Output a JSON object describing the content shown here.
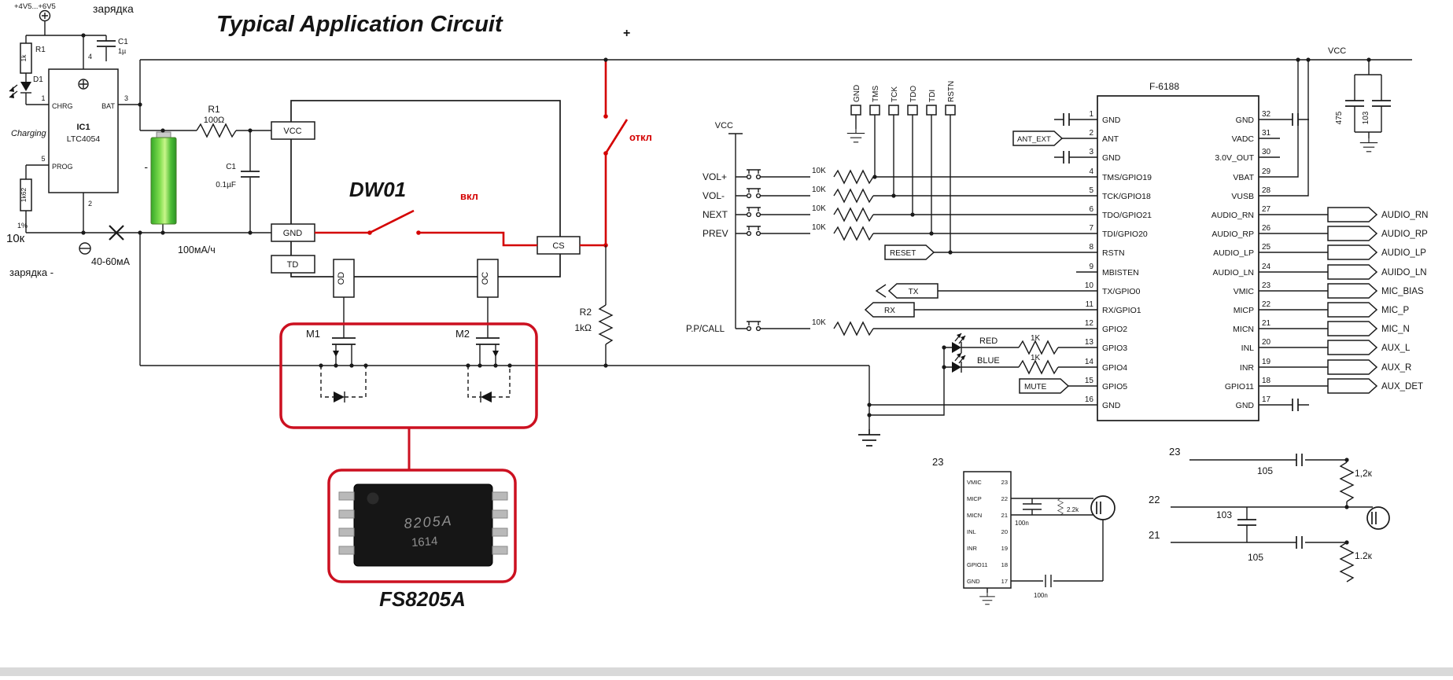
{
  "title": "Typical Application Circuit",
  "plus_label": "+",
  "colors": {
    "wire": "#1a1a1a",
    "accent_red": "#d40000",
    "battery_green": "#46c832",
    "chip_black": "#161616"
  },
  "charger": {
    "supply_label": "+4V5...+6V5",
    "charge_top_label": "зарядка",
    "charge_bottom_label": "зарядка -",
    "r_top_ref": "R1",
    "r_top_value": "1k",
    "led_ref": "D1",
    "led_caption": "Charging",
    "ic_ref": "IC1",
    "ic_part": "LTC4054",
    "pin_chrg": "CHRG",
    "pin_bat": "BAT",
    "pin_prog": "PROG",
    "pin_num_1": "1",
    "pin_num_2": "2",
    "pin_num_3": "3",
    "pin_num_4": "4",
    "pin_num_5": "5",
    "r_prog_value": "1k62",
    "r_prog_tol": "1%",
    "r_prog_total": "10к",
    "charge_current": "40-60мА",
    "battery_capacity": "100мА/ч",
    "battery_minus": "-",
    "c_in_ref": "C1",
    "c_in_value": "1µ",
    "r_series_ref": "R1",
    "r_series_value": "100Ω",
    "c_dw01_ref": "C1",
    "c_dw01_value": "0.1µF"
  },
  "protection": {
    "ic_name": "DW01",
    "pin_vcc": "VCC",
    "pin_gnd": "GND",
    "pin_td": "TD",
    "pin_od": "OD",
    "pin_oc": "OC",
    "pin_cs": "CS",
    "switch_on_label": "вкл",
    "switch_off_label": "откл",
    "r2_ref": "R2",
    "r2_value": "1kΩ",
    "m1": "M1",
    "m2": "M2",
    "chip_marking_1": "8205A",
    "chip_marking_2": "1614",
    "chip_label": "FS8205A"
  },
  "f6188": {
    "name": "F-6188",
    "vcc_buttons": "VCC",
    "vcc_top_right": "VCC",
    "jtag_labels": [
      "GND",
      "TMS",
      "TCK",
      "TDO",
      "TDI",
      "RSTN"
    ],
    "ant_ext": "ANT_EXT",
    "left_pins": [
      {
        "num": "1",
        "name": "GND"
      },
      {
        "num": "2",
        "name": "ANT"
      },
      {
        "num": "3",
        "name": "GND"
      },
      {
        "num": "4",
        "name": "TMS/GPIO19"
      },
      {
        "num": "5",
        "name": "TCK/GPIO18"
      },
      {
        "num": "6",
        "name": "TDO/GPIO21"
      },
      {
        "num": "7",
        "name": "TDI/GPIO20"
      },
      {
        "num": "8",
        "name": "RSTN"
      },
      {
        "num": "9",
        "name": "MBISTEN"
      },
      {
        "num": "10",
        "name": "TX/GPIO0"
      },
      {
        "num": "11",
        "name": "RX/GPIO1"
      },
      {
        "num": "12",
        "name": "GPIO2"
      },
      {
        "num": "13",
        "name": "GPIO3"
      },
      {
        "num": "14",
        "name": "GPIO4"
      },
      {
        "num": "15",
        "name": "GPIO5"
      },
      {
        "num": "16",
        "name": "GND"
      }
    ],
    "right_pins": [
      {
        "num": "32",
        "name": "GND"
      },
      {
        "num": "31",
        "name": "VADC"
      },
      {
        "num": "30",
        "name": "3.0V_OUT"
      },
      {
        "num": "29",
        "name": "VBAT"
      },
      {
        "num": "28",
        "name": "VUSB"
      },
      {
        "num": "27",
        "name": "AUDIO_RN"
      },
      {
        "num": "26",
        "name": "AUDIO_RP"
      },
      {
        "num": "25",
        "name": "AUDIO_LP"
      },
      {
        "num": "24",
        "name": "AUDIO_LN"
      },
      {
        "num": "23",
        "name": "VMIC"
      },
      {
        "num": "22",
        "name": "MICP"
      },
      {
        "num": "21",
        "name": "MICN"
      },
      {
        "num": "20",
        "name": "INL"
      },
      {
        "num": "19",
        "name": "INR"
      },
      {
        "num": "18",
        "name": "GPIO11"
      },
      {
        "num": "17",
        "name": "GND"
      }
    ],
    "buttons": [
      {
        "label": "VOL+",
        "resistor": "10K"
      },
      {
        "label": "VOL-",
        "resistor": "10K"
      },
      {
        "label": "NEXT",
        "resistor": "10K"
      },
      {
        "label": "PREV",
        "resistor": "10K"
      }
    ],
    "reset_label": "RESET",
    "tx_label": "TX",
    "rx_label": "RX",
    "ppcall_label": "P.P/CALL",
    "ppcall_resistor": "10K",
    "led_red": {
      "label": "RED",
      "resistor": "1K"
    },
    "led_blue": {
      "label": "BLUE",
      "resistor": "1K"
    },
    "mute_label": "MUTE",
    "external_right": [
      "AUDIO_RN",
      "AUDIO_RP",
      "AUDIO_LP",
      "AUIDO_LN",
      "MIC_BIAS",
      "MIC_P",
      "MIC_N",
      "AUX_L",
      "AUX_R",
      "AUX_DET"
    ],
    "cap_475": "475",
    "cap_103": "103"
  },
  "mic_detail": {
    "pin_ref": "23",
    "rows": [
      {
        "num": "23",
        "name": "VMIC"
      },
      {
        "num": "22",
        "name": "MICP"
      },
      {
        "num": "21",
        "name": "MICN"
      },
      {
        "num": "20",
        "name": "INL"
      },
      {
        "num": "19",
        "name": "INR"
      },
      {
        "num": "18",
        "name": "GPIO11"
      },
      {
        "num": "17",
        "name": "GND"
      }
    ],
    "cap1": "100n",
    "cap2": "100n",
    "resistor": "2.2k"
  },
  "aux_detail": {
    "pin_23": "23",
    "pin_22": "22",
    "pin_21": "21",
    "cap_top": "105",
    "cap_mid": "103",
    "cap_bottom": "105",
    "r_top": "1,2к",
    "r_bottom": "1.2к"
  }
}
